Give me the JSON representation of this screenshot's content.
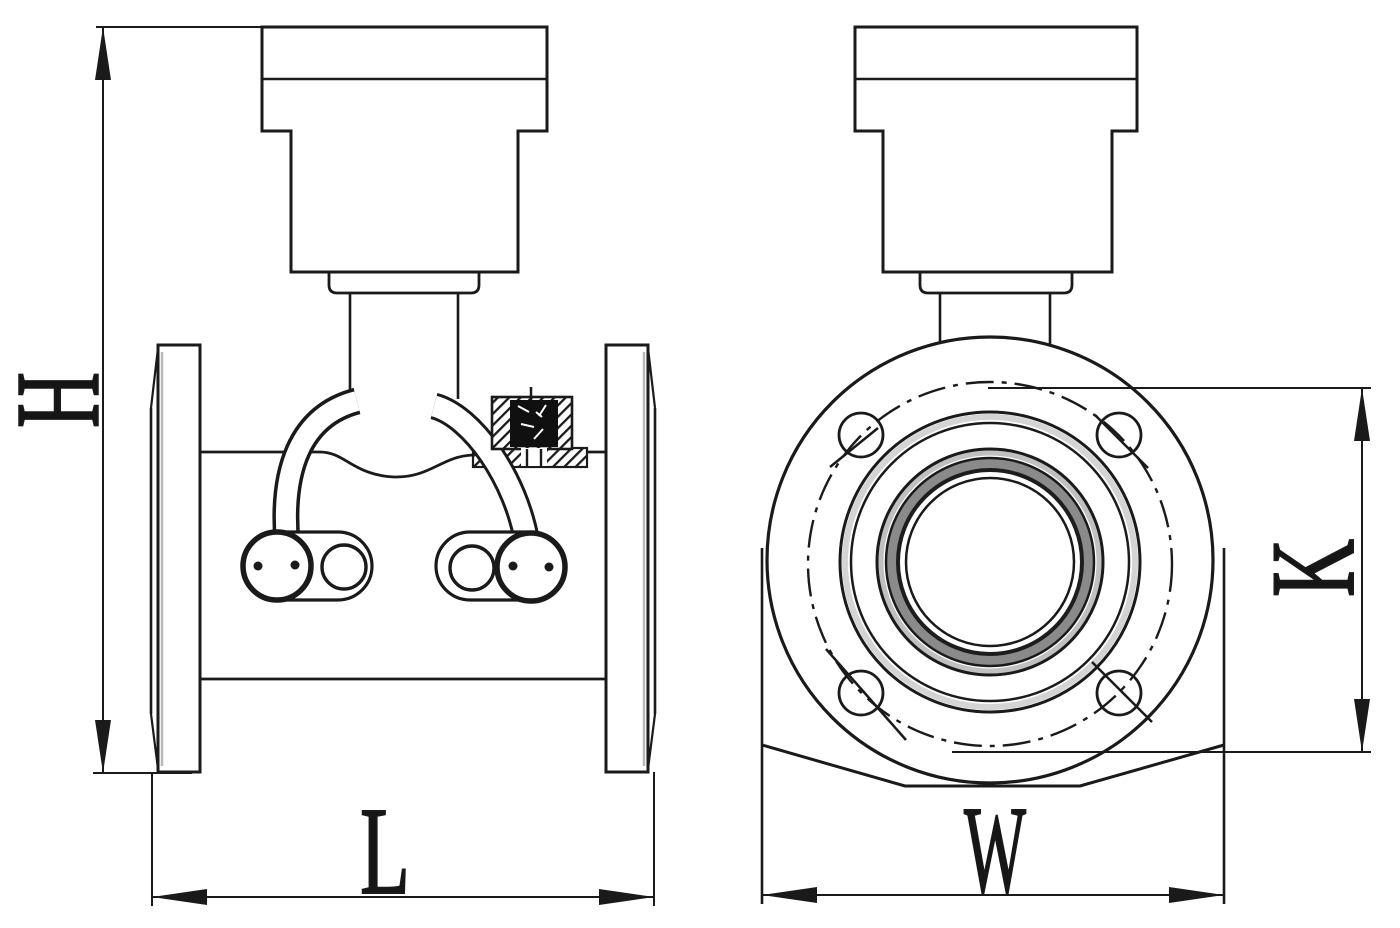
{
  "drawing": {
    "kind": "flowmeter-dimensional-engineering-drawing",
    "colors": {
      "line": "#1a1a1a",
      "background": "#ffffff",
      "shade_light": "#cfcfcf",
      "shade_mid": "#9a9a9a",
      "detail_fill": "#101010"
    },
    "dimensions": {
      "height": {
        "label": "H"
      },
      "length": {
        "label": "L"
      },
      "bolt_circle": {
        "label": "K"
      },
      "width": {
        "label": "W"
      }
    }
  }
}
